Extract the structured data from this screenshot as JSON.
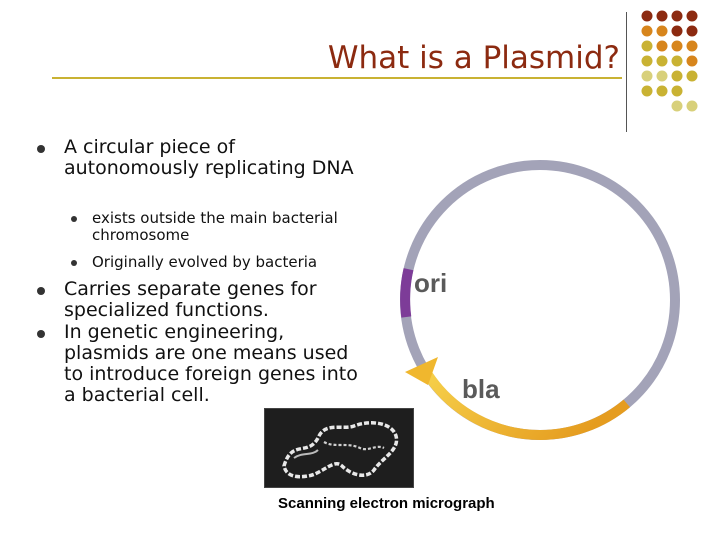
{
  "slide": {
    "title": "What is a Plasmid?",
    "bullets": [
      {
        "text": "A circular piece of autonomously replicating DNA"
      },
      {
        "text": "exists outside the main bacterial chromosome"
      },
      {
        "text": "Originally evolved by bacteria"
      },
      {
        "text": "Carries separate genes for specialized functions."
      },
      {
        "text": "In genetic engineering, plasmids are one means used to introduce foreign genes into a bacterial cell."
      }
    ]
  },
  "diagram": {
    "labels": {
      "ori": "ori",
      "bla": "bla"
    },
    "colors": {
      "ring": "#a3a3b8",
      "ori": "#7d3c98",
      "bla": "#f0b72e"
    }
  },
  "image": {
    "caption": "Scanning electron micrograph"
  },
  "theme": {
    "title_color": "#8c2a10",
    "rule_color": "#c9b233",
    "dot_colors": [
      "#8c2a10",
      "#d7851c",
      "#c9b233",
      "#d8d07a"
    ]
  }
}
